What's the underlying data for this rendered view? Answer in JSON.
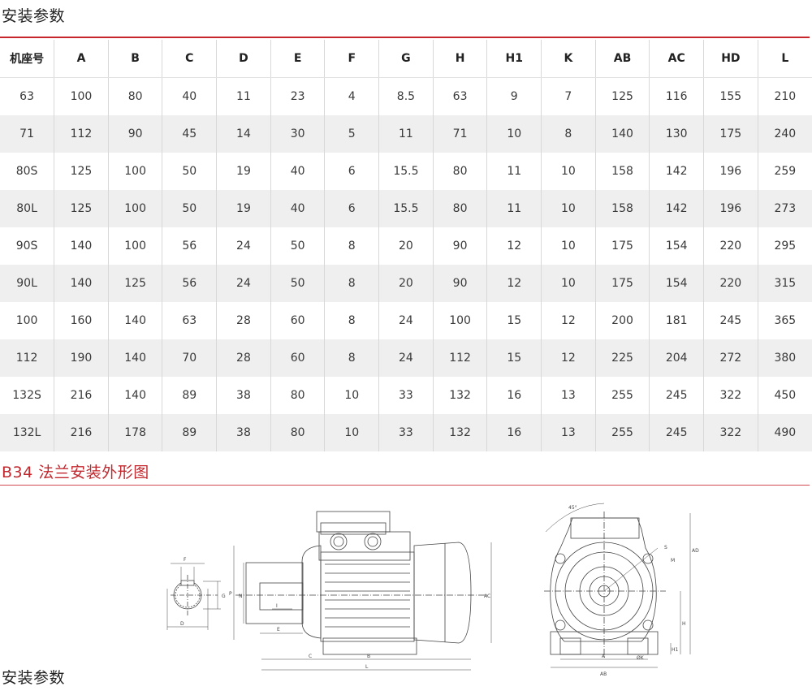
{
  "section1": {
    "title": "安装参数"
  },
  "section2": {
    "title": "B34 法兰安装外形图"
  },
  "section3": {
    "title": "安装参数"
  },
  "table": {
    "headers": [
      "机座号",
      "A",
      "B",
      "C",
      "D",
      "E",
      "F",
      "G",
      "H",
      "H1",
      "K",
      "AB",
      "AC",
      "HD",
      "L"
    ],
    "rows": [
      [
        "63",
        "100",
        "80",
        "40",
        "11",
        "23",
        "4",
        "8.5",
        "63",
        "9",
        "7",
        "125",
        "116",
        "155",
        "210"
      ],
      [
        "71",
        "112",
        "90",
        "45",
        "14",
        "30",
        "5",
        "11",
        "71",
        "10",
        "8",
        "140",
        "130",
        "175",
        "240"
      ],
      [
        "80S",
        "125",
        "100",
        "50",
        "19",
        "40",
        "6",
        "15.5",
        "80",
        "11",
        "10",
        "158",
        "142",
        "196",
        "259"
      ],
      [
        "80L",
        "125",
        "100",
        "50",
        "19",
        "40",
        "6",
        "15.5",
        "80",
        "11",
        "10",
        "158",
        "142",
        "196",
        "273"
      ],
      [
        "90S",
        "140",
        "100",
        "56",
        "24",
        "50",
        "8",
        "20",
        "90",
        "12",
        "10",
        "175",
        "154",
        "220",
        "295"
      ],
      [
        "90L",
        "140",
        "125",
        "56",
        "24",
        "50",
        "8",
        "20",
        "90",
        "12",
        "10",
        "175",
        "154",
        "220",
        "315"
      ],
      [
        "100",
        "160",
        "140",
        "63",
        "28",
        "60",
        "8",
        "24",
        "100",
        "15",
        "12",
        "200",
        "181",
        "245",
        "365"
      ],
      [
        "112",
        "190",
        "140",
        "70",
        "28",
        "60",
        "8",
        "24",
        "112",
        "15",
        "12",
        "225",
        "204",
        "272",
        "380"
      ],
      [
        "132S",
        "216",
        "140",
        "89",
        "38",
        "80",
        "10",
        "33",
        "132",
        "16",
        "13",
        "255",
        "245",
        "322",
        "450"
      ],
      [
        "132L",
        "216",
        "178",
        "89",
        "38",
        "80",
        "10",
        "33",
        "132",
        "16",
        "13",
        "255",
        "245",
        "322",
        "490"
      ]
    ]
  },
  "drawing_labels": {
    "shaft": {
      "F": "F",
      "G": "G",
      "D": "D"
    },
    "side": {
      "P": "P",
      "N": "N",
      "AC": "AC",
      "I": "I",
      "E": "E",
      "C": "C",
      "B": "B",
      "L": "L"
    },
    "end": {
      "angle": "45°",
      "S": "S",
      "M": "M",
      "AD": "AD",
      "H": "H",
      "K": "ØK",
      "H1": "H1",
      "A": "A",
      "AB": "AB"
    }
  }
}
